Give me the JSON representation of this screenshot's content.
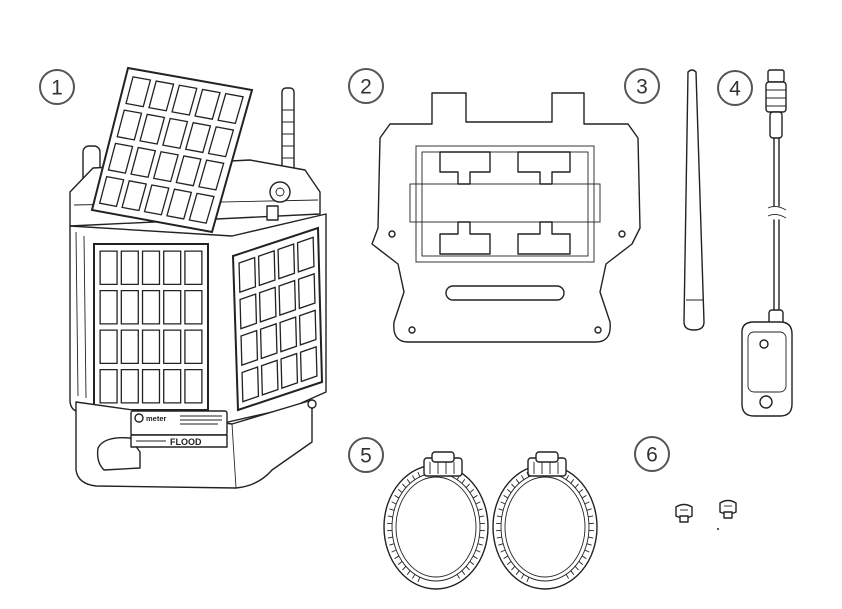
{
  "diagram": {
    "badges": [
      {
        "id": "1",
        "text": "1"
      },
      {
        "id": "2",
        "text": "2"
      },
      {
        "id": "3",
        "text": "3"
      },
      {
        "id": "4",
        "text": "4"
      },
      {
        "id": "5",
        "text": "5"
      },
      {
        "id": "6",
        "text": "6"
      }
    ],
    "device_label": {
      "brand_mark": "meter",
      "product": "FLOOD"
    },
    "colors": {
      "line": "#222222",
      "badge": "#555555",
      "background": "#ffffff"
    }
  }
}
